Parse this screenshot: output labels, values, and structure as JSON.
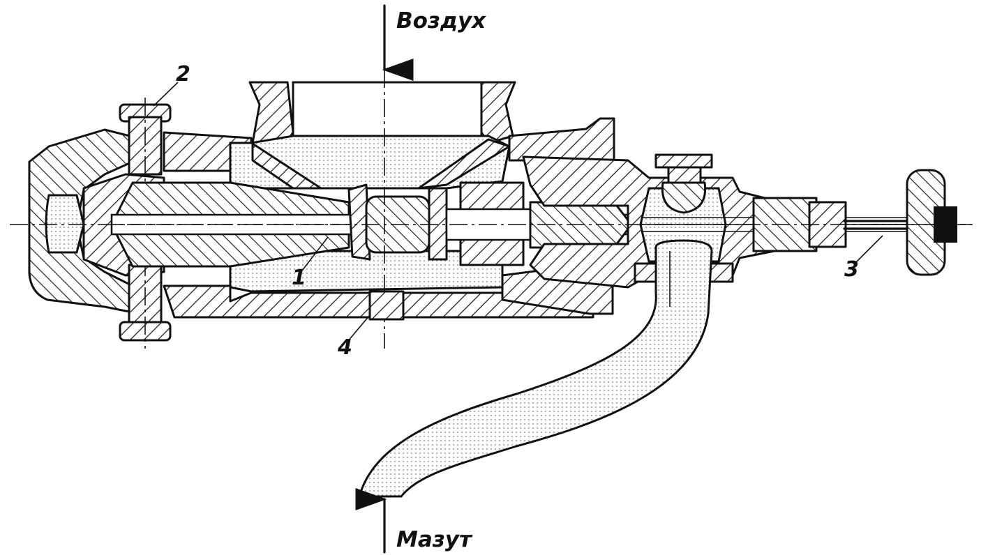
{
  "labels": {
    "air": "Воздух",
    "fuel_oil": "Мазут",
    "part_1": "1",
    "part_2": "2",
    "part_3": "3",
    "part_4": "4"
  },
  "colors": {
    "ink": "#111111",
    "background": "#ffffff"
  }
}
